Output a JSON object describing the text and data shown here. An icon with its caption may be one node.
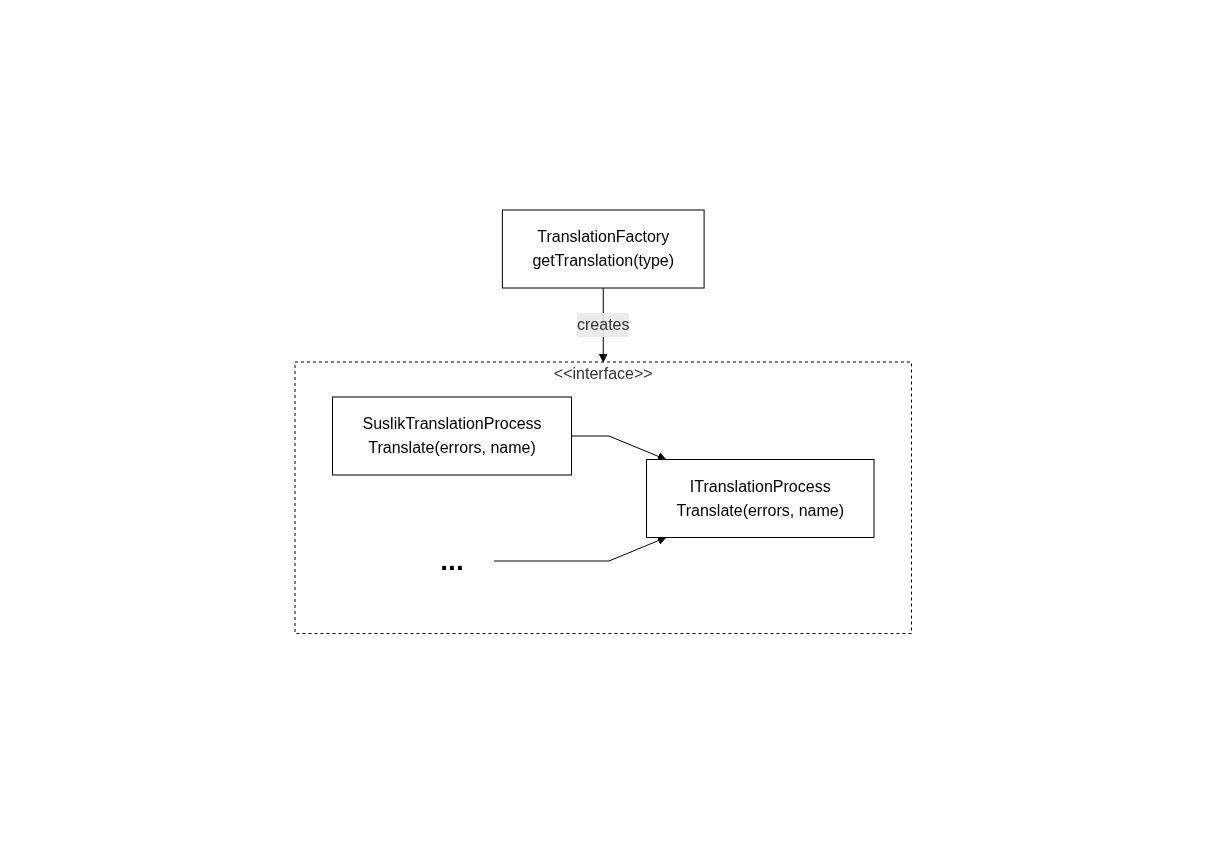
{
  "diagram": {
    "nodes": [
      {
        "text": [
          "<<interface>>"
        ]
      },
      {
        "text": [
          "ITranslationProcess",
          "Translate(errors, name)"
        ],
        "in": 0
      },
      {
        "text": [
          "SuslikTranslationProcess",
          "Translate(errors, name)"
        ],
        "in": 0
      },
      {
        "text": [
          "..."
        ],
        "in": 0
      },
      {
        "text": [
          "TranslationFactory",
          "getTranslation(type)"
        ]
      }
    ],
    "edges": [
      {
        "from": 2,
        "to": 1,
        "arrow": "to"
      },
      {
        "from": 3,
        "to": 1,
        "arrow": "to"
      },
      {
        "from": 4,
        "to": 0,
        "arrow": "to",
        "label": "creates"
      }
    ]
  }
}
